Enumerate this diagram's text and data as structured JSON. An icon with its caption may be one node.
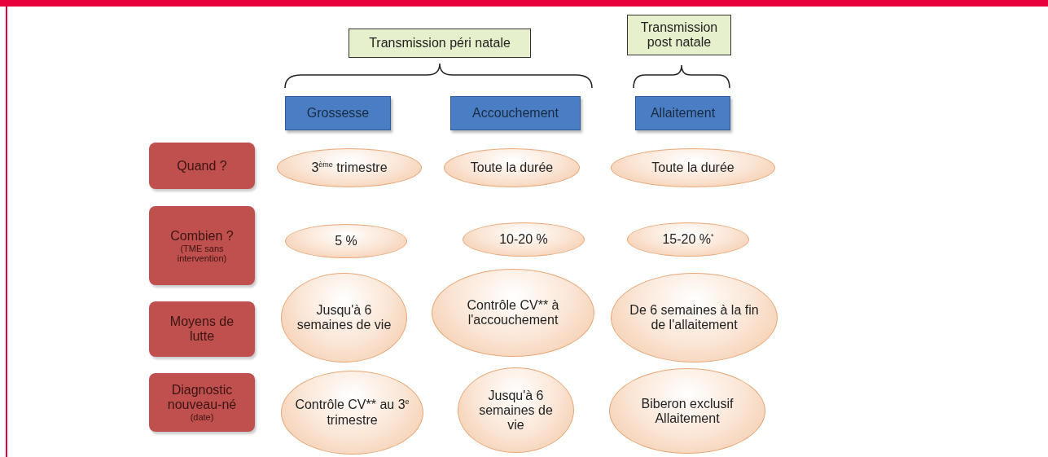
{
  "diagram": {
    "nodes": [
      {
        "text": [
          "Transmission péri natale"
        ]
      },
      {
        "text": [
          "Transmission post natale"
        ]
      },
      {
        "text": [
          "Grossesse"
        ]
      },
      {
        "text": [
          "Accouchement"
        ]
      },
      {
        "text": [
          "Allaitement"
        ]
      },
      {
        "text": [
          "Quand ?"
        ]
      },
      {
        "text": [
          "3$^{ème}$ trimestre"
        ]
      },
      {
        "text": [
          "Toute la durée"
        ]
      },
      {
        "text": [
          "Toute la durée"
        ]
      },
      {
        "text": [
          "Combien ?",
          "(TME sans intervention)"
        ]
      },
      {
        "text": [
          "5 %"
        ]
      },
      {
        "text": [
          "10-20 %"
        ]
      },
      {
        "text": [
          "15-20 %$^{*}$"
        ]
      },
      {
        "text": [
          "Moyens de lutte"
        ]
      },
      {
        "text": [
          "Jusqu'à 6 semaines de vie"
        ]
      },
      {
        "text": [
          "Contrôle CV** à l'accouchement"
        ]
      },
      {
        "text": [
          "De 6 semaines à la fin de l'allaitement"
        ]
      },
      {
        "text": [
          "Diagnostic nouveau-né",
          "(date)"
        ]
      },
      {
        "text": [
          "Contrôle CV** au 3$^{e}$ trimestre"
        ]
      },
      {
        "text": [
          "Jusqu'à 6 semaines de vie"
        ]
      },
      {
        "text": [
          "Biberon exclusif Allaitement"
        ]
      }
    ]
  }
}
